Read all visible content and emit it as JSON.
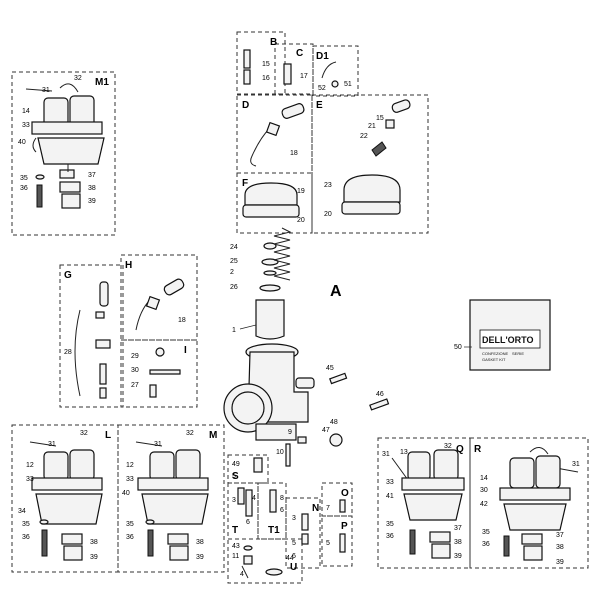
{
  "main_label": "A",
  "group_labels": {
    "M1": "M1",
    "B": "B",
    "C": "C",
    "D1": "D1",
    "D": "D",
    "E": "E",
    "F": "F",
    "G": "G",
    "H": "H",
    "I": "I",
    "L": "L",
    "M": "M",
    "Q": "Q",
    "R": "R",
    "S": "S",
    "T": "T",
    "T1": "T1",
    "N": "N",
    "O": "O",
    "P": "P",
    "U": "U"
  },
  "kit_brand": "DELL'ORTO",
  "kit_lines": [
    "CONFEZIONE",
    "SERIE",
    "GASKET KIT"
  ],
  "part_numbers": {
    "m1": [
      "31",
      "32",
      "14",
      "33",
      "40",
      "35",
      "37",
      "36",
      "38",
      "39"
    ],
    "b": [
      "15",
      "16"
    ],
    "c": [
      "17"
    ],
    "d1": [
      "51",
      "52"
    ],
    "d": [
      "18"
    ],
    "e": [
      "15",
      "21",
      "22",
      "23",
      "20"
    ],
    "f": [
      "19",
      "20"
    ],
    "spring": [
      "24",
      "25",
      "2",
      "26",
      "1"
    ],
    "g": [
      "28"
    ],
    "h": [
      "18"
    ],
    "i": [
      "29",
      "30",
      "27"
    ],
    "kit": [
      "50"
    ],
    "misc": [
      "45",
      "46",
      "47",
      "48",
      "9",
      "10"
    ],
    "l": [
      "31",
      "32",
      "12",
      "33",
      "34",
      "35",
      "36",
      "38",
      "39"
    ],
    "m": [
      "31",
      "32",
      "12",
      "33",
      "40",
      "35",
      "36",
      "38",
      "39"
    ],
    "s": [
      "49",
      "5"
    ],
    "t": [
      "3",
      "4",
      "6"
    ],
    "t1": [
      "8",
      "6"
    ],
    "n": [
      "3",
      "5",
      "6"
    ],
    "o": [
      "7"
    ],
    "p": [
      "5"
    ],
    "u": [
      "43",
      "11",
      "44",
      "4"
    ],
    "q": [
      "31",
      "13",
      "32",
      "33",
      "41",
      "35",
      "36",
      "38",
      "39",
      "37"
    ],
    "r": [
      "31",
      "14",
      "30",
      "42",
      "35",
      "36",
      "37",
      "38",
      "39"
    ]
  }
}
